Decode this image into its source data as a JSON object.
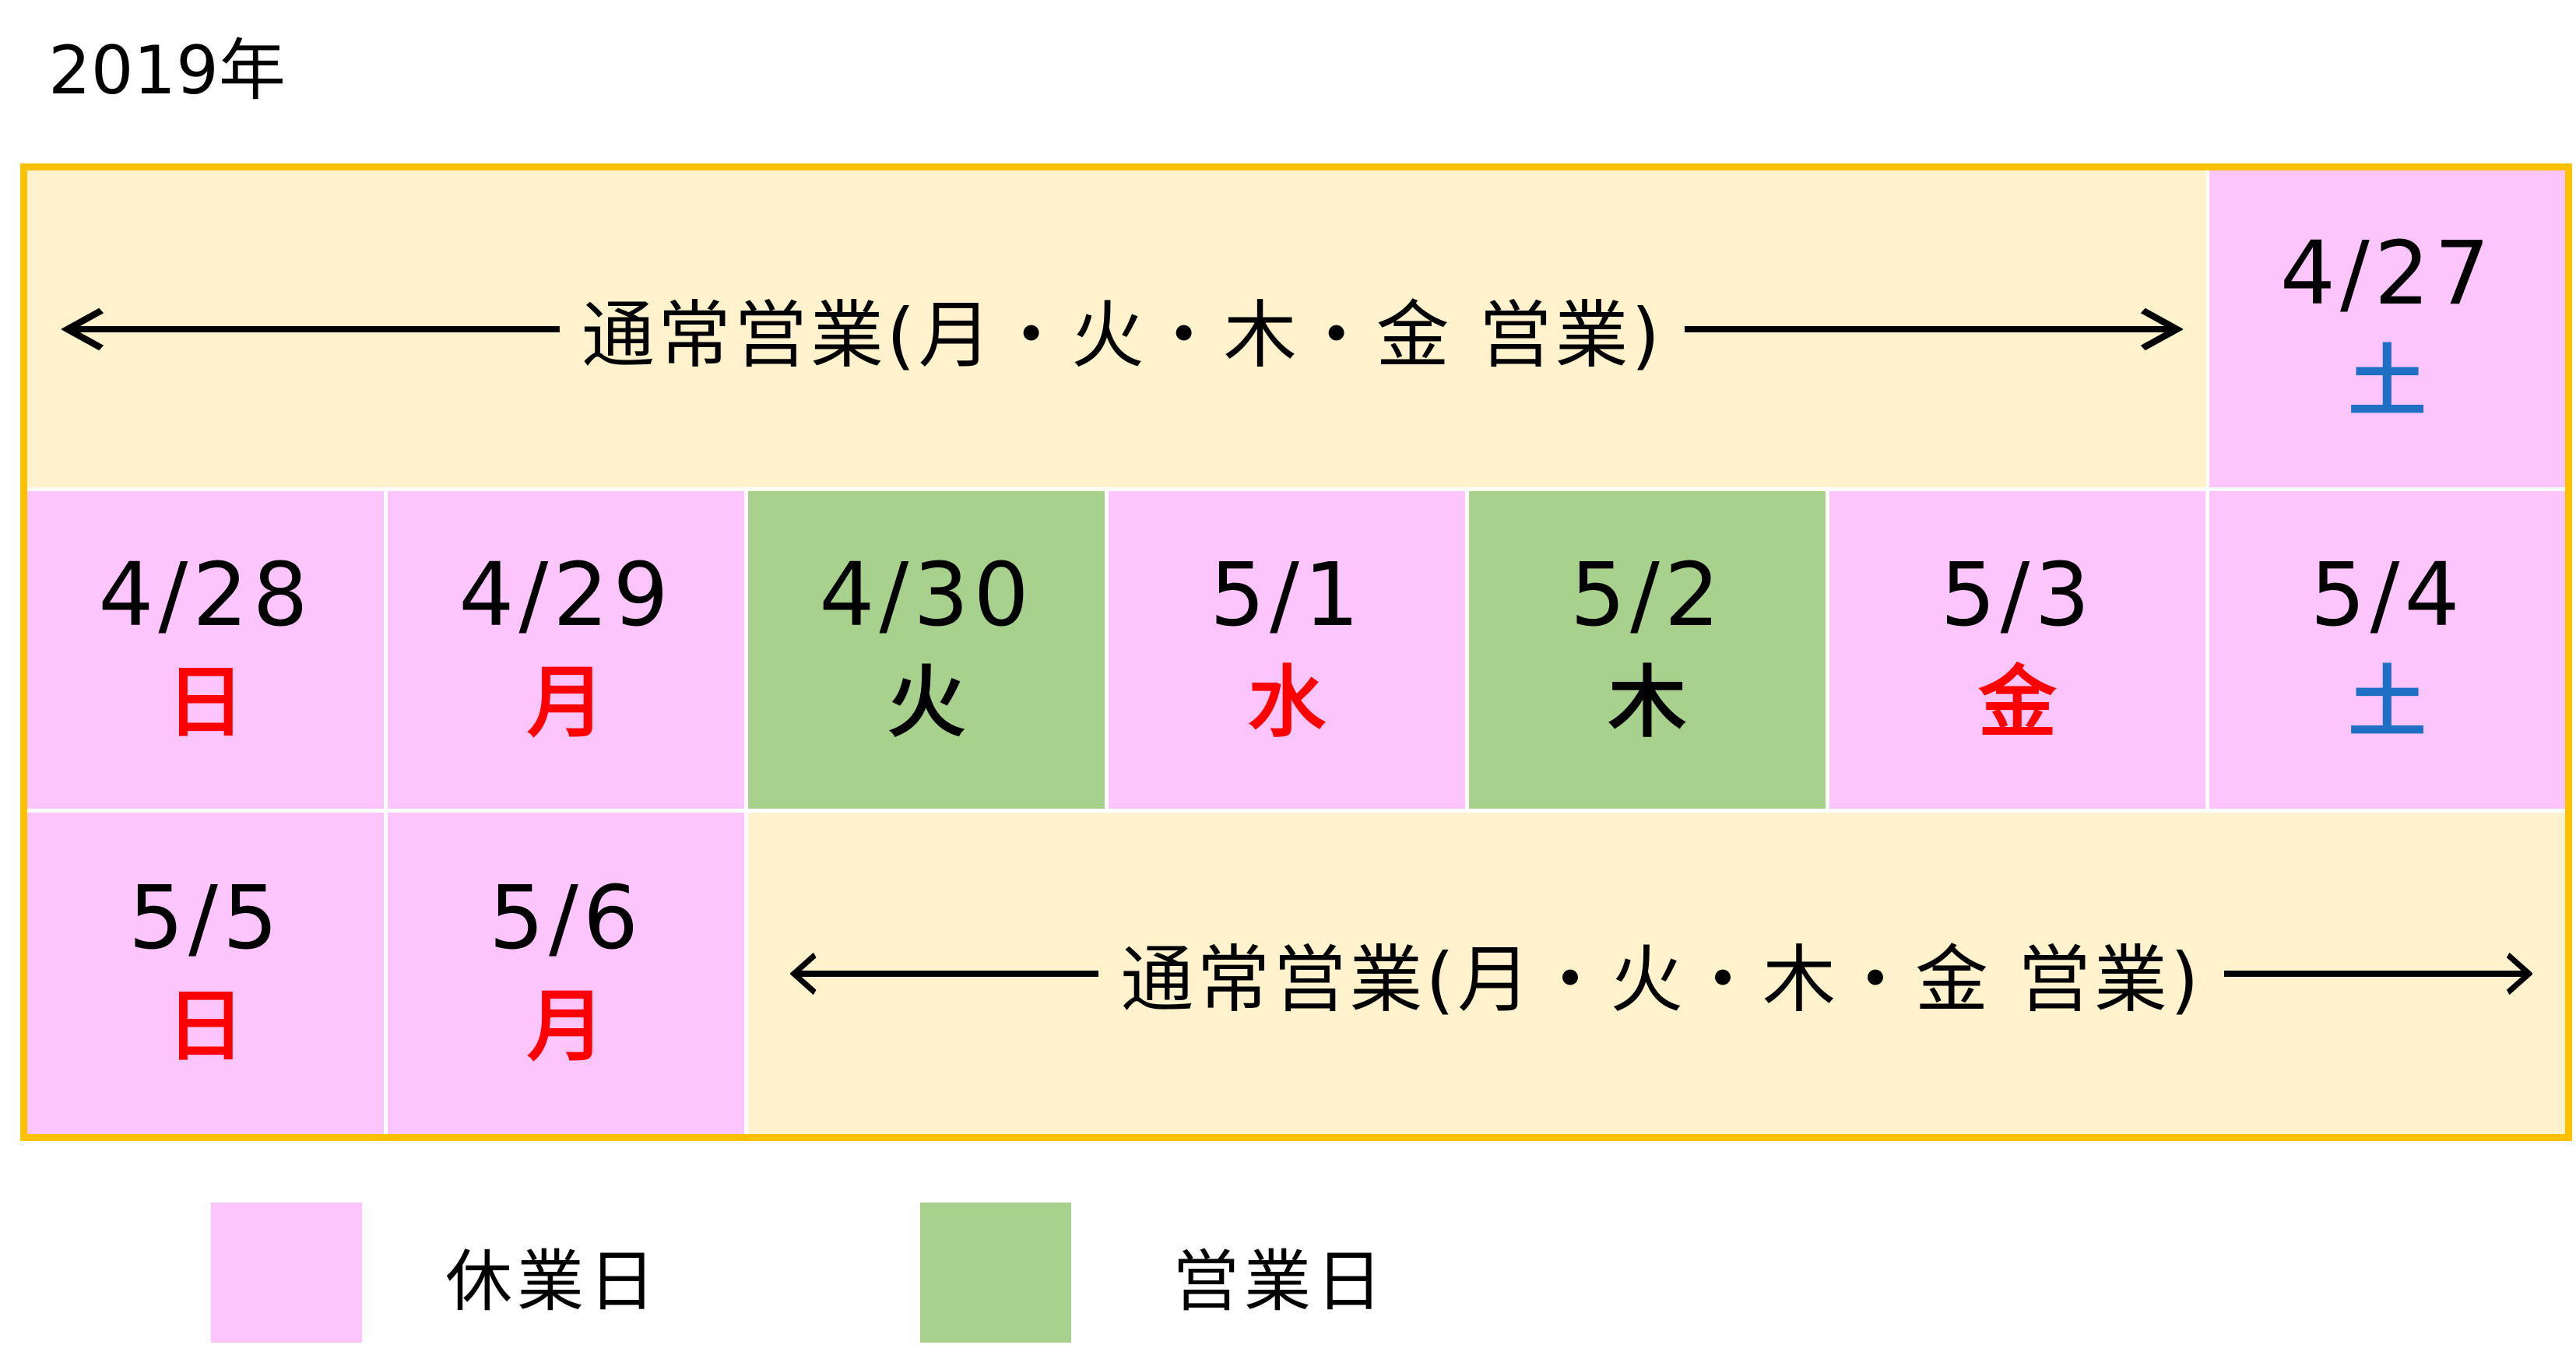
{
  "title": "2019年",
  "colors": {
    "holiday": "#fcc6fc",
    "business": "#a9d18e",
    "normal": "#fff2cc",
    "border": "#ffc000",
    "red": "#ff0000",
    "blue": "#1f6fc5",
    "black": "#000000"
  },
  "band_text": "通常営業(月・火・木・金 営業)",
  "days": [
    {
      "date": "4/27",
      "dow": "土",
      "type": "holiday",
      "dow_color": "blue"
    },
    {
      "date": "4/28",
      "dow": "日",
      "type": "holiday",
      "dow_color": "red"
    },
    {
      "date": "4/29",
      "dow": "月",
      "type": "holiday",
      "dow_color": "red"
    },
    {
      "date": "4/30",
      "dow": "火",
      "type": "business",
      "dow_color": "black"
    },
    {
      "date": "5/1",
      "dow": "水",
      "type": "holiday",
      "dow_color": "red"
    },
    {
      "date": "5/2",
      "dow": "木",
      "type": "business",
      "dow_color": "black"
    },
    {
      "date": "5/3",
      "dow": "金",
      "type": "holiday",
      "dow_color": "red"
    },
    {
      "date": "5/4",
      "dow": "土",
      "type": "holiday",
      "dow_color": "blue"
    },
    {
      "date": "5/5",
      "dow": "日",
      "type": "holiday",
      "dow_color": "red"
    },
    {
      "date": "5/6",
      "dow": "月",
      "type": "holiday",
      "dow_color": "red"
    }
  ],
  "legend": [
    {
      "label": "休業日",
      "type": "holiday"
    },
    {
      "label": "営業日",
      "type": "business"
    }
  ]
}
